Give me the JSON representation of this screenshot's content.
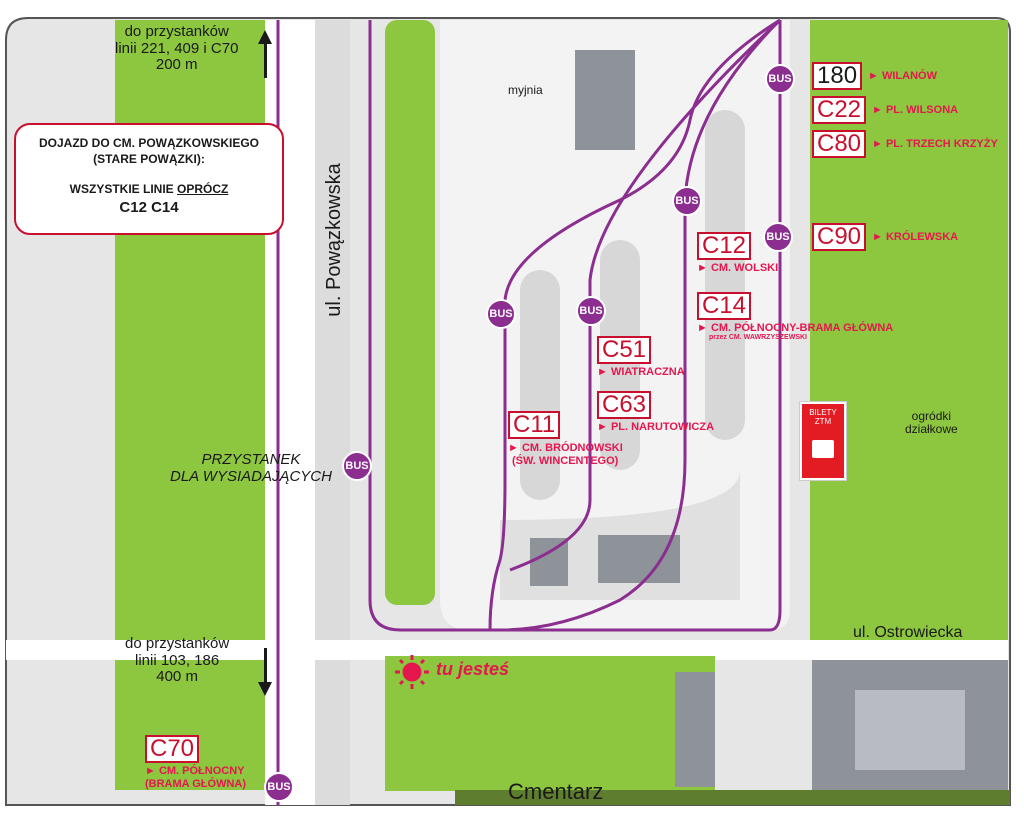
{
  "note": {
    "line1": "DOJAZD DO CM. POWĄZKOWSKIEGO",
    "line2": "(STARE POWĄZKI):",
    "line3a": "WSZYSTKIE LINIE ",
    "line3b": "OPRÓCZ",
    "line4": "C12 C14"
  },
  "streets": {
    "powazkowska": "ul. Powązkowska",
    "ostrowiecka": "ul. Ostrowiecka",
    "cmentarz": "Cmentarz"
  },
  "places": {
    "myjnia": "myjnia",
    "ogrodki1": "ogródki",
    "ogrodki2": "działkowe",
    "przystanek1": "PRZYSTANEK",
    "przystanek2": "DLA WYSIADAJĄCYCH",
    "tu_jestes": "tu jesteś"
  },
  "directions": {
    "north": {
      "l1": "do przystanków",
      "l2": "linii 221, 409 i C70",
      "l3": "200 m"
    },
    "south": {
      "l1": "do przystanków",
      "l2": "linii 103, 186",
      "l3": "400 m"
    }
  },
  "bus_label": "BUS",
  "ticket": {
    "l1": "BILETY",
    "l2": "ZTM"
  },
  "routes": {
    "r180": {
      "code": "180",
      "dest": "► WILANÓW"
    },
    "c22": {
      "code": "C22",
      "dest": "► PL. WILSONA"
    },
    "c80": {
      "code": "C80",
      "dest": "► PL. TRZECH KRZYŻY"
    },
    "c90": {
      "code": "C90",
      "dest": "► KRÓLEWSKA"
    },
    "c12": {
      "code": "C12",
      "dest": "► CM. WOLSKI"
    },
    "c14": {
      "code": "C14",
      "dest": "► CM. PÓŁNOCNY-BRAMA GŁÓWNA",
      "sub": "przez CM. WAWRZYSZEWSKI"
    },
    "c51": {
      "code": "C51",
      "dest": "► WIATRACZNA"
    },
    "c63": {
      "code": "C63",
      "dest": "► PL. NARUTOWICZA"
    },
    "c11": {
      "code": "C11",
      "dest1": "► CM. BRÓDNOWSKI",
      "dest2": "(ŚW. WINCENTEGO)"
    },
    "c70": {
      "code": "C70",
      "dest1": "► CM. PÓŁNOCNY",
      "dest2": "(BRAMA GŁÓWNA)"
    }
  },
  "colors": {
    "green": "#8dc63f",
    "route": "#8b2e8f",
    "accent": "#c8102e",
    "pink": "#e5174f"
  }
}
